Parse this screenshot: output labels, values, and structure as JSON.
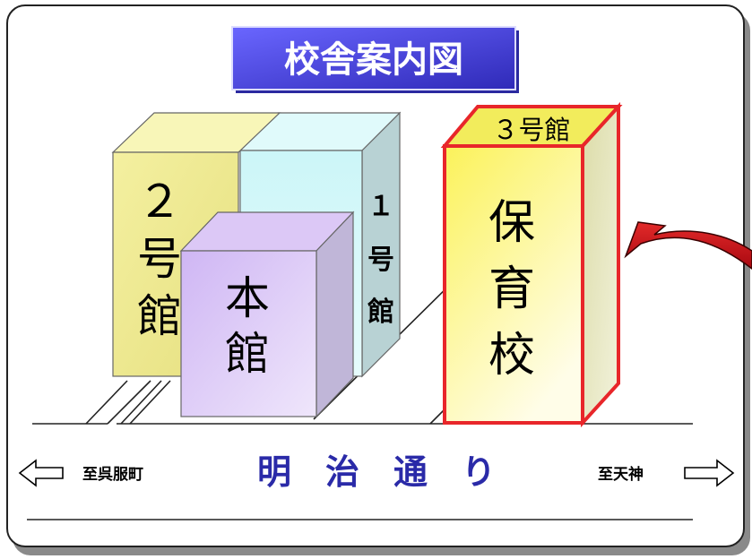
{
  "title": "校舎案内図",
  "buildings": {
    "bldg2": {
      "c1": "２",
      "c2": "号",
      "c3": "館"
    },
    "bldg1": {
      "c1": "１",
      "c2": "号",
      "c3": "館"
    },
    "main": {
      "c1": "本",
      "c2": "館"
    },
    "bldg3": {
      "label": "３号館",
      "c1": "保",
      "c2": "育",
      "c3": "校"
    }
  },
  "road": {
    "name": "明　治　通　り"
  },
  "directions": {
    "left": "至呉服町",
    "right": "至天神"
  },
  "colors": {
    "title_bg": "#4a44e0",
    "highlight_border": "#e8262a",
    "arrow": "#c8101a",
    "road_text": "#2a2aa8"
  }
}
